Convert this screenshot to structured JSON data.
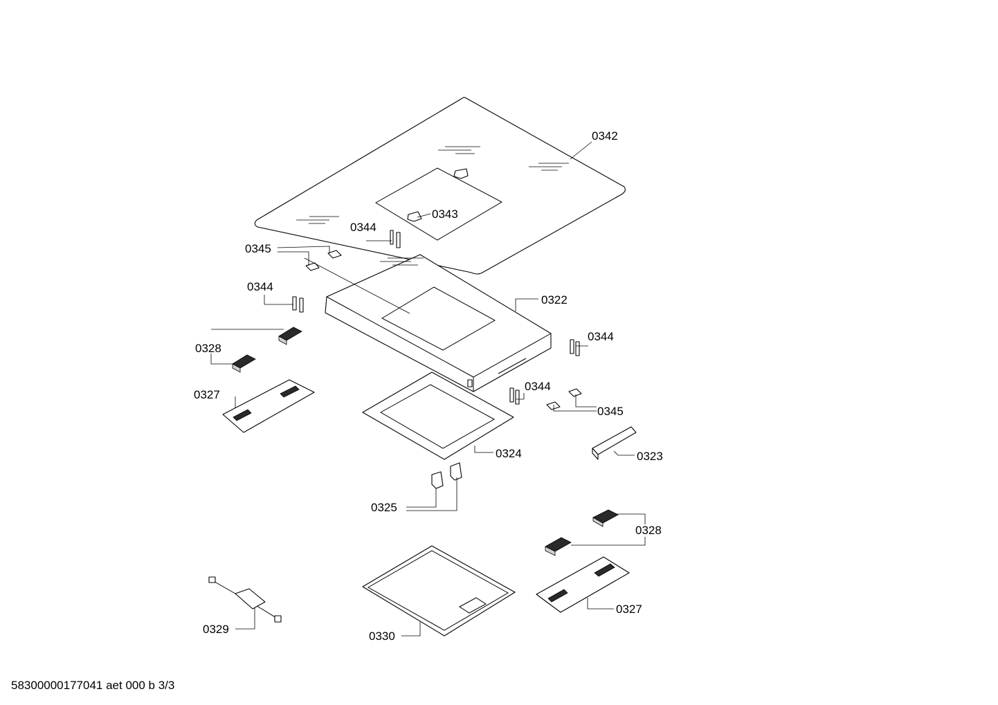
{
  "labels": {
    "l0342": "0342",
    "l0343": "0343",
    "l0344a": "0344",
    "l0345a": "0345",
    "l0344b": "0344",
    "l0322": "0322",
    "l0328a": "0328",
    "l0344c": "0344",
    "l0327a": "0327",
    "l0344d": "0344",
    "l0345b": "0345",
    "l0324": "0324",
    "l0323": "0323",
    "l0325": "0325",
    "l0328b": "0328",
    "l0329": "0329",
    "l0330": "0330",
    "l0327b": "0327"
  },
  "footer": "58300000177041 aet 000 b 3/3"
}
